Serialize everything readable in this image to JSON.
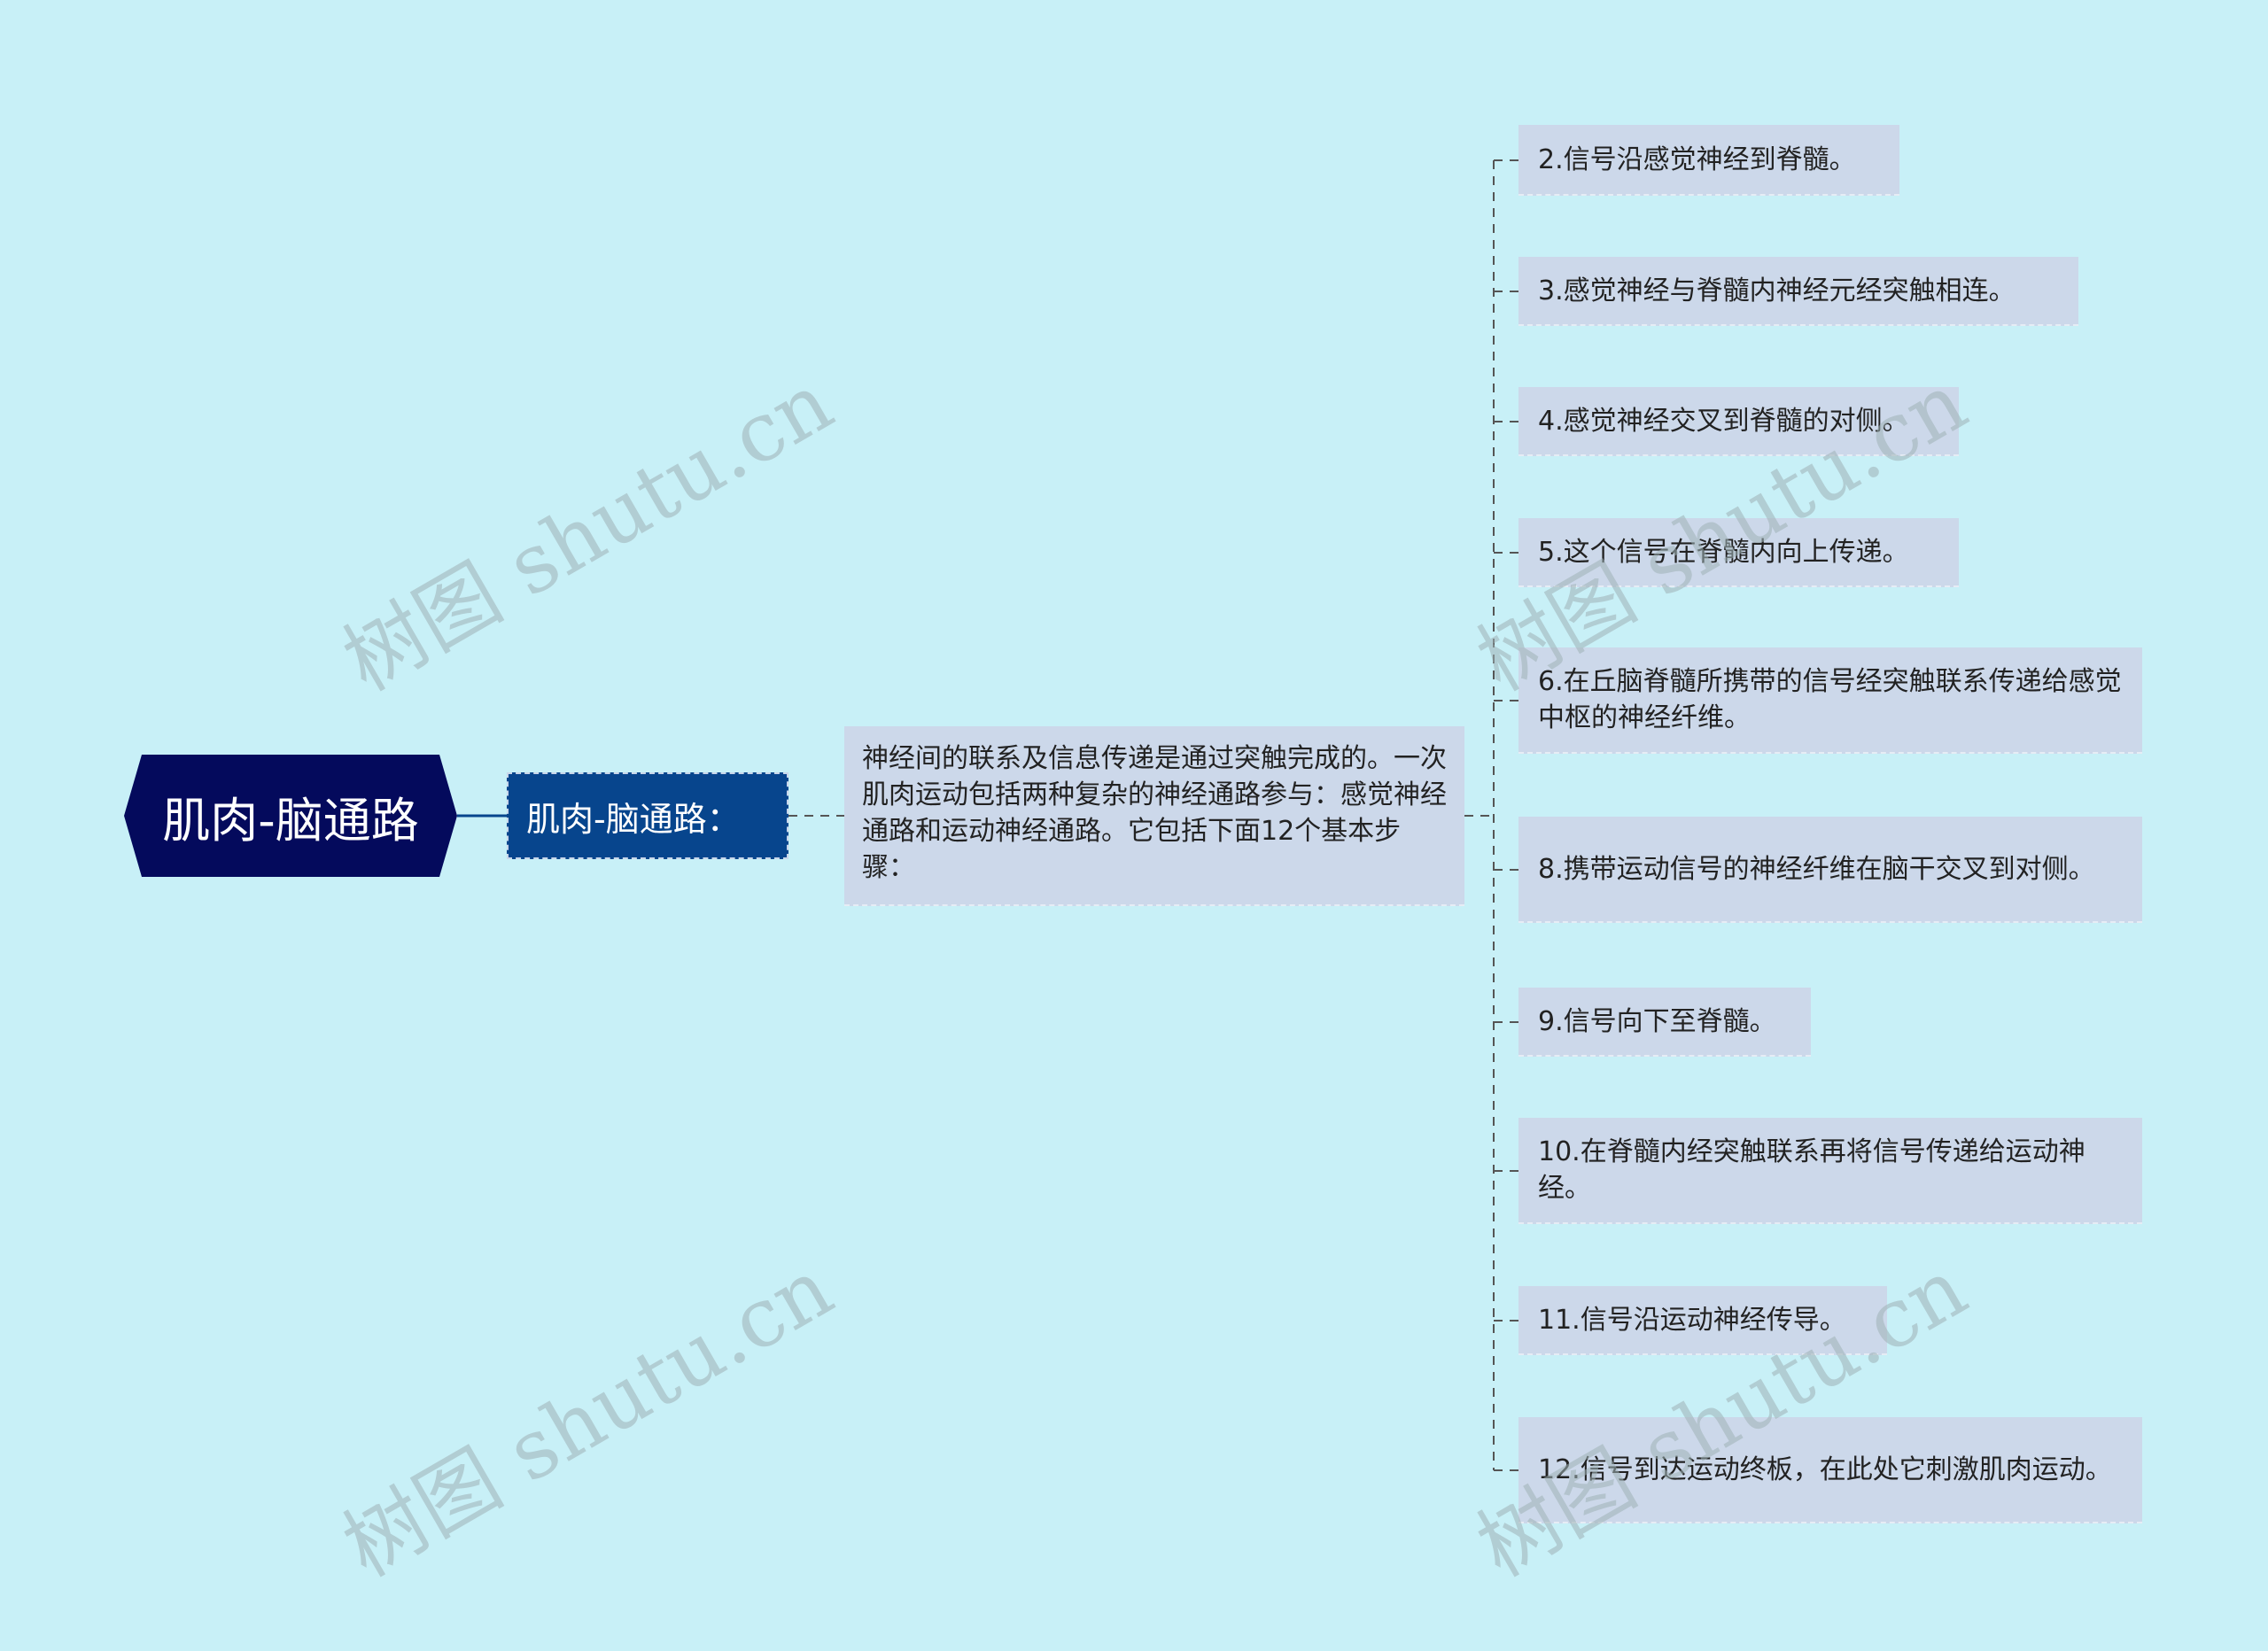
{
  "root": {
    "label": "肌肉-脑通路"
  },
  "sub": {
    "label": "肌肉-脑通路："
  },
  "description": "神经间的联系及信息传递是通过突触完成的。一次肌肉运动包括两种复杂的神经通路参与：感觉神经通路和运动神经通路。它包括下面12个基本步骤：",
  "steps": [
    "2.信号沿感觉神经到脊髓。",
    "3.感觉神经与脊髓内神经元经突触相连。",
    "4.感觉神经交叉到脊髓的对侧。",
    "5.这个信号在脊髓内向上传递。",
    "6.在丘脑脊髓所携带的信号经突触联系传递给感觉中枢的神经纤维。",
    "8.携带运动信号的神经纤维在脑干交叉到对侧。",
    "9.信号向下至脊髓。",
    "10.在脊髓内经突触联系再将信号传递给运动神经。",
    "11.信号沿运动神经传导。",
    "12.信号到达运动终板，在此处它刺激肌肉运动。"
  ],
  "watermark": "树图 shutu.cn",
  "colors": {
    "background": "#c8f0f7",
    "root_fill": "#040a5c",
    "sub_fill": "#07458d",
    "node_fill": "#ccd8ea",
    "connector": "#555555"
  }
}
